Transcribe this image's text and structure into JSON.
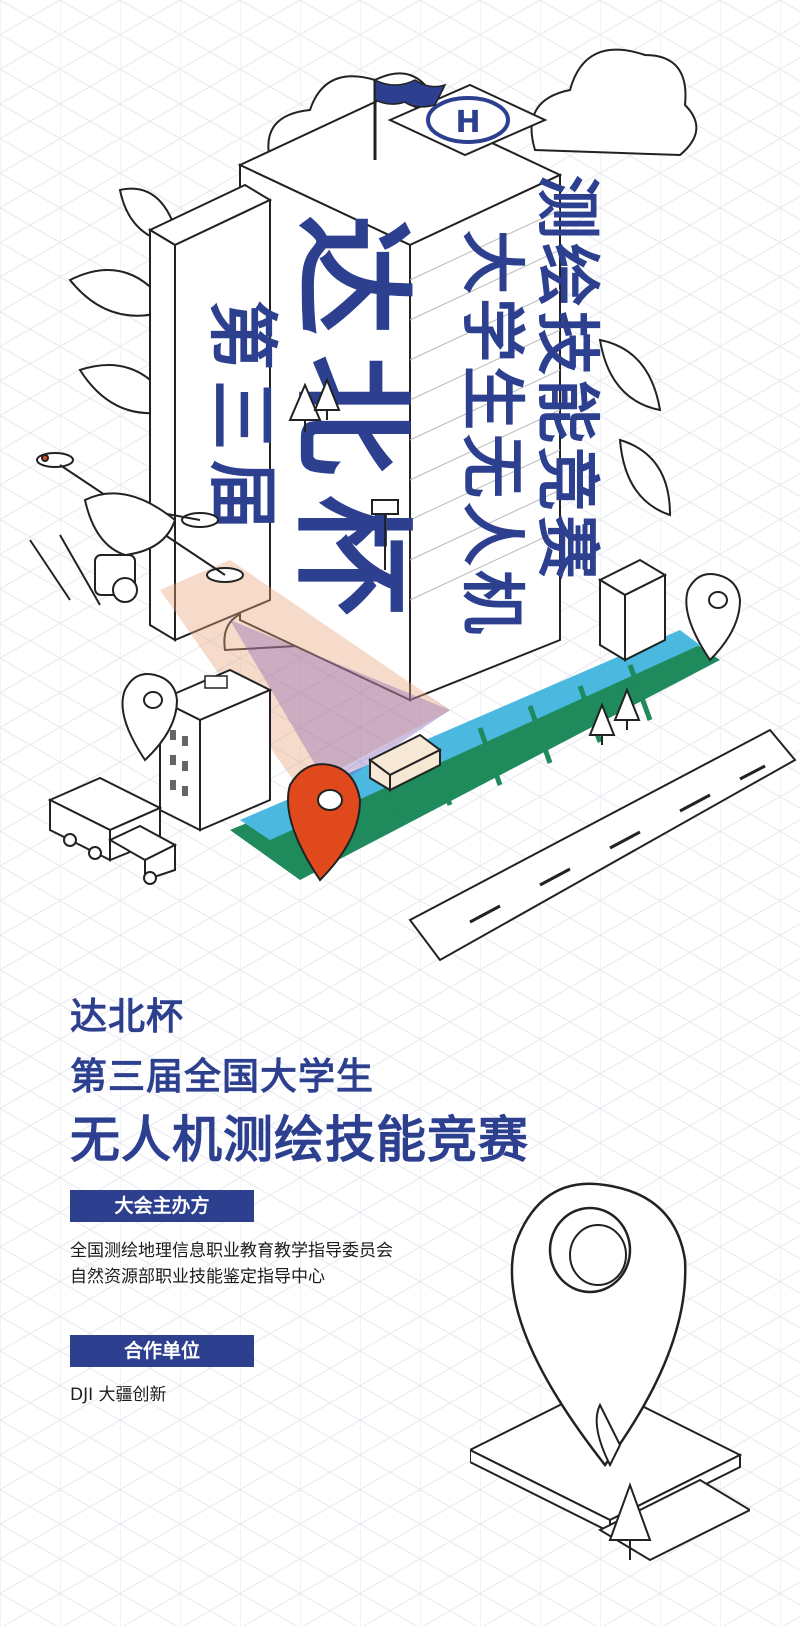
{
  "poster": {
    "cup_name": "达北杯",
    "edition_title": "第三届全国大学生",
    "main_title": "无人机测绘技能竞赛"
  },
  "illustration": {
    "tower_text_left": "第三届",
    "tower_text_center": "达北杯",
    "tower_text_right_a": "大学生无人机",
    "tower_text_right_b": "测绘技能竞赛",
    "helipad_letter": "H"
  },
  "organizers": {
    "label": "大会主办方",
    "lines": [
      "全国测绘地理信息职业教育教学指导委员会",
      "自然资源部职业技能鉴定指导中心"
    ]
  },
  "partners": {
    "label": "合作单位",
    "lines": [
      "DJI 大疆创新"
    ]
  },
  "colors": {
    "brand_blue": "#2d3f8f",
    "pin_orange": "#e0491c",
    "lawn_green": "#1f8a5c",
    "water_cyan": "#4bb8e0"
  }
}
